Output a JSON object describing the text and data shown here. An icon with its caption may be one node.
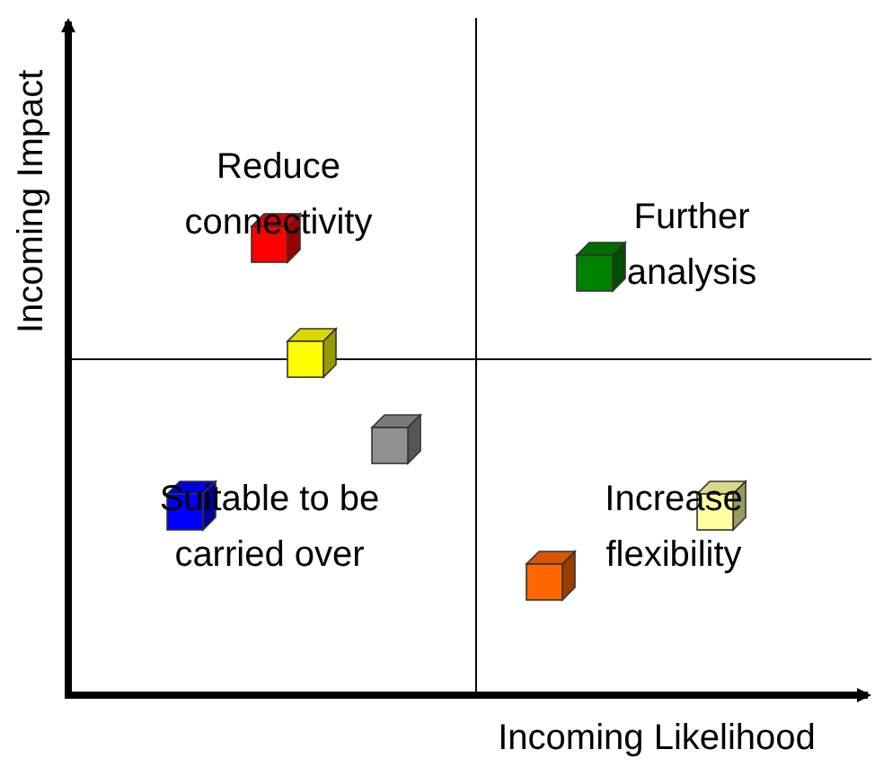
{
  "diagram": {
    "labels": [
      "Reduce connectivity",
      "Further analysis",
      "Suitable to be carried over",
      "Increase flexibility",
      "Incoming Impact",
      "Incoming Likelihood"
    ]
  }
}
